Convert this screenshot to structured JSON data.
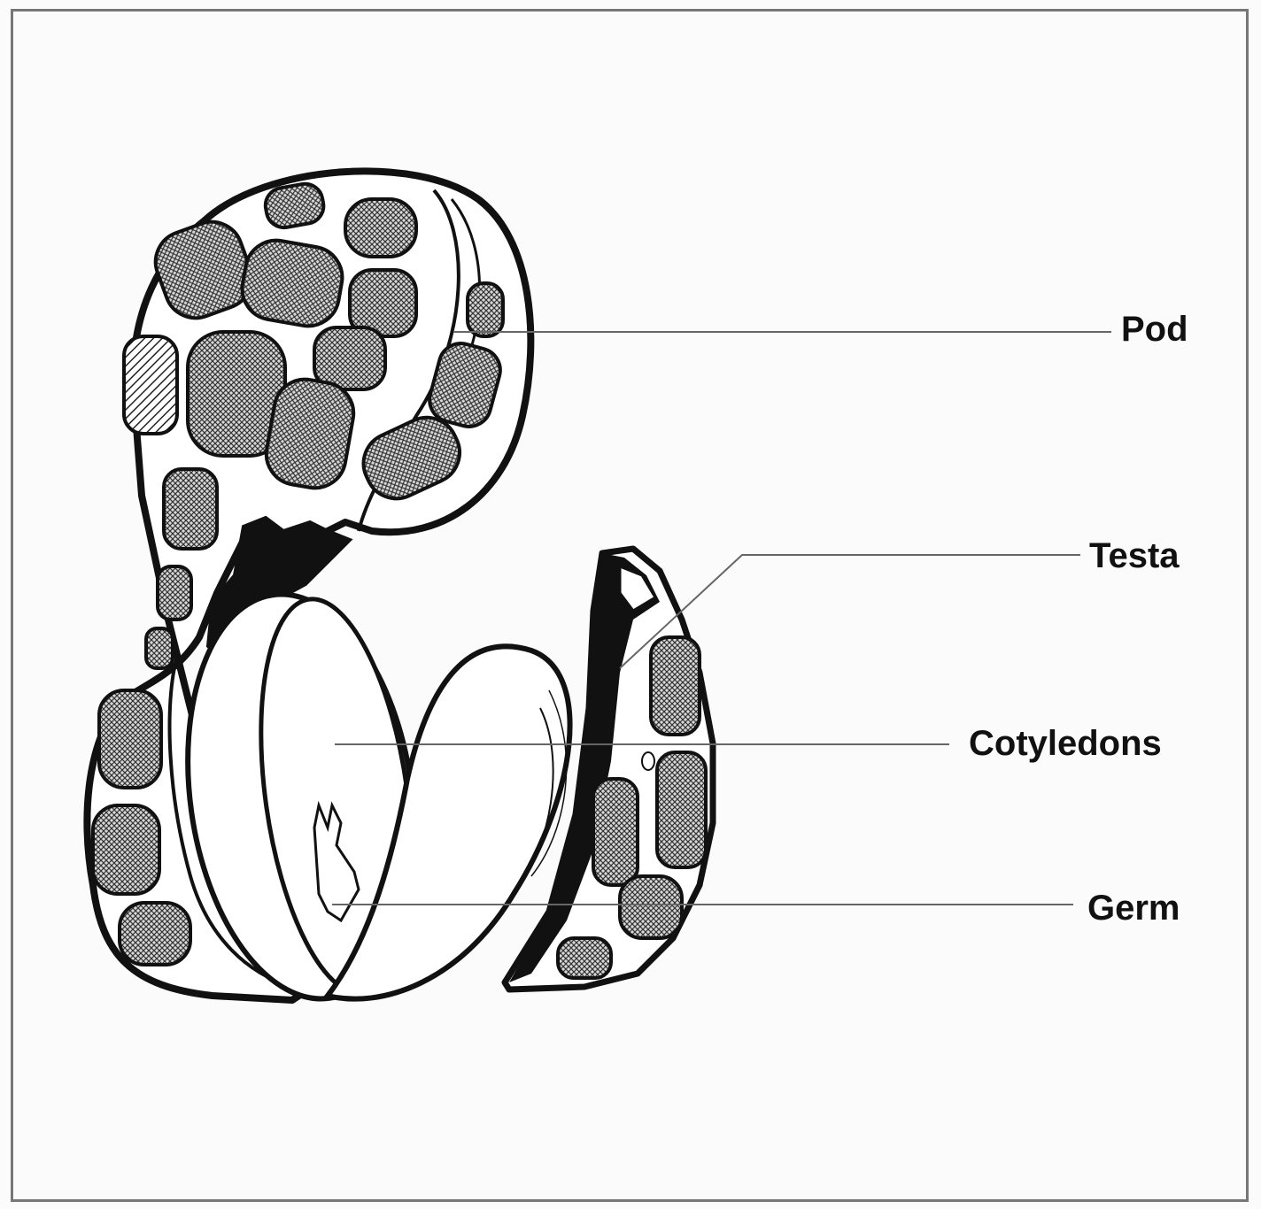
{
  "diagram": {
    "labels": {
      "pod": "Pod",
      "testa": "Testa",
      "cotyledons": "Cotyledons",
      "germ": "Germ"
    }
  },
  "colors": {
    "ink": "#111111",
    "leader": "#666666",
    "frame": "#777777",
    "background": "#fbfbfb"
  }
}
